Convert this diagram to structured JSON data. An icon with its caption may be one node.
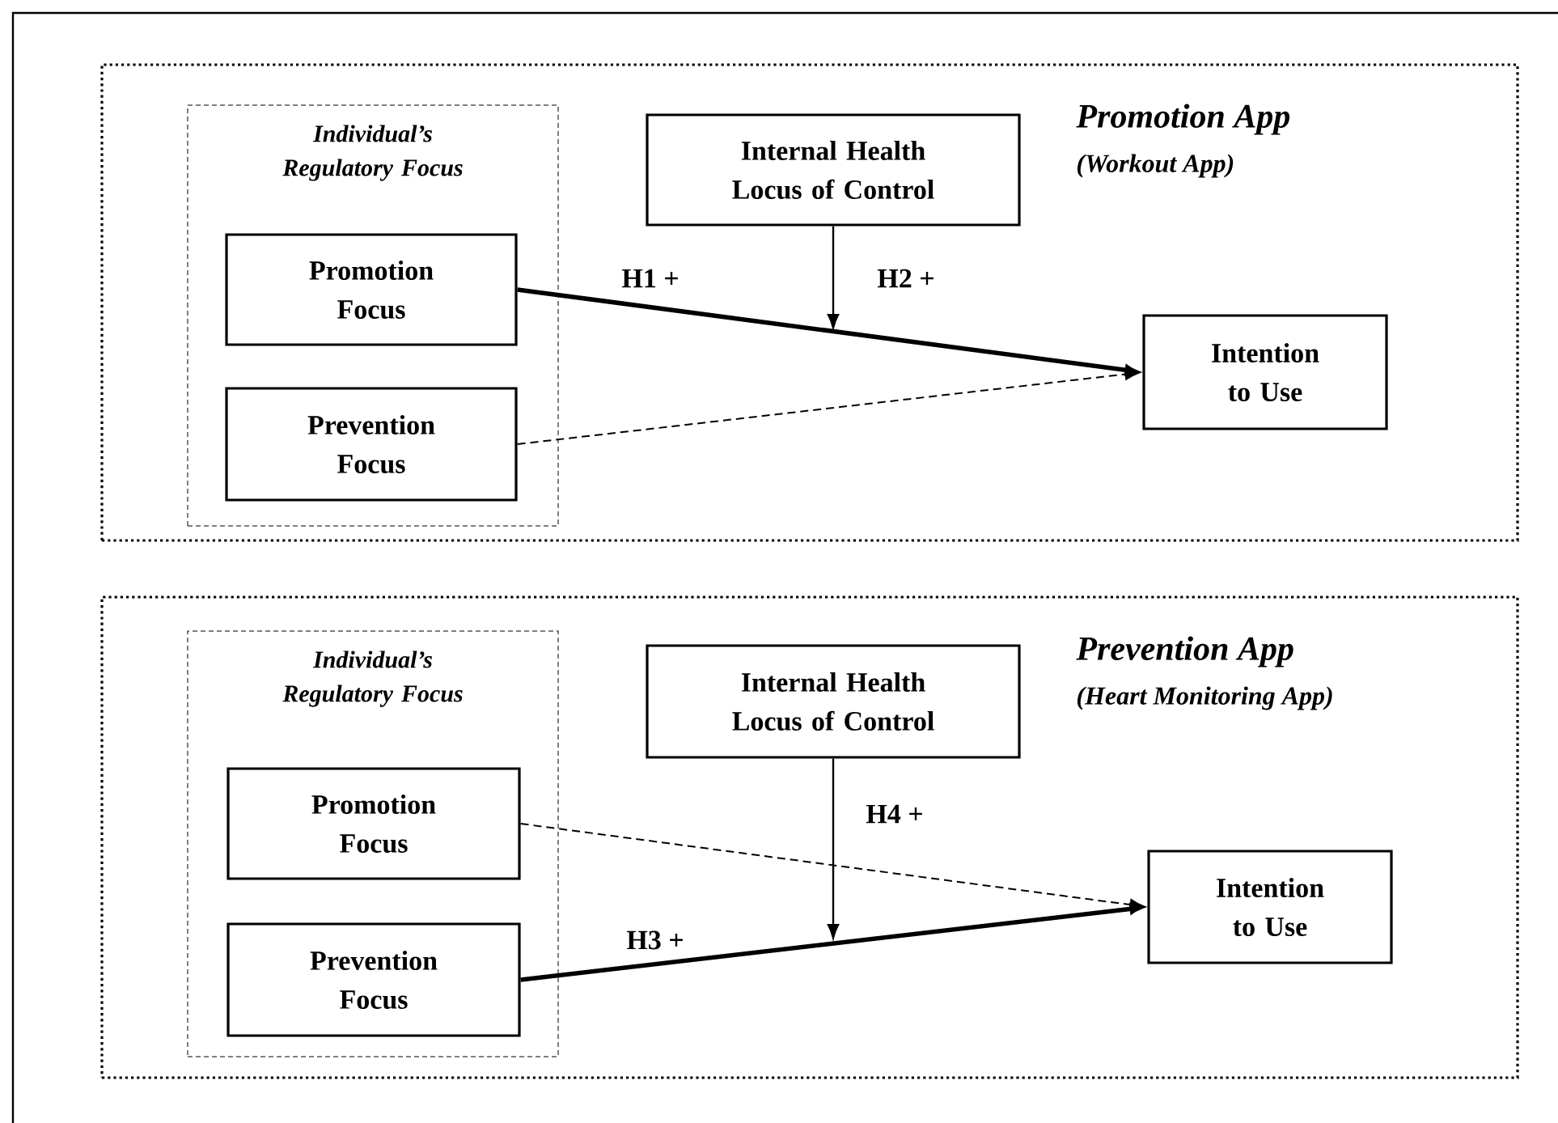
{
  "diagram": {
    "nodes": [
      {
        "text": [
          "Promotion App",
          "(Workout App)"
        ]
      },
      {
        "text": [
          "Individual’s Regulatory Focus"
        ],
        "in": 0
      },
      {
        "text": [
          "Promotion Focus"
        ],
        "in": 1
      },
      {
        "text": [
          "Prevention Focus"
        ],
        "in": 1
      },
      {
        "text": [
          "Internal Health Locus of Control"
        ],
        "in": 0
      },
      {
        "text": [
          "Intention to Use"
        ],
        "in": 0
      },
      {
        "text": [
          "Prevention App",
          "(Heart Monitoring App)"
        ]
      },
      {
        "text": [
          "Individual’s Regulatory Focus"
        ],
        "in": 6
      },
      {
        "text": [
          "Promotion Focus"
        ],
        "in": 7
      },
      {
        "text": [
          "Prevention Focus"
        ],
        "in": 7
      },
      {
        "text": [
          "Internal Health Locus of Control"
        ],
        "in": 6
      },
      {
        "text": [
          "Intention to Use"
        ],
        "in": 6
      }
    ],
    "edges": [
      {
        "from": 2,
        "to": 5,
        "arrow": "to",
        "label": "H1 +",
        "style": "thick"
      },
      {
        "from": 4,
        "to": null,
        "arrow": "to",
        "label": "H2 +"
      },
      {
        "from": 3,
        "to": 5,
        "arrow": "to",
        "style": "dashed"
      },
      {
        "from": 8,
        "to": 11,
        "arrow": "to",
        "style": "dashed"
      },
      {
        "from": 10,
        "to": null,
        "arrow": "to",
        "label": "H4 +"
      },
      {
        "from": 9,
        "to": 11,
        "arrow": "to",
        "label": "H3 +",
        "style": "thick"
      }
    ]
  }
}
